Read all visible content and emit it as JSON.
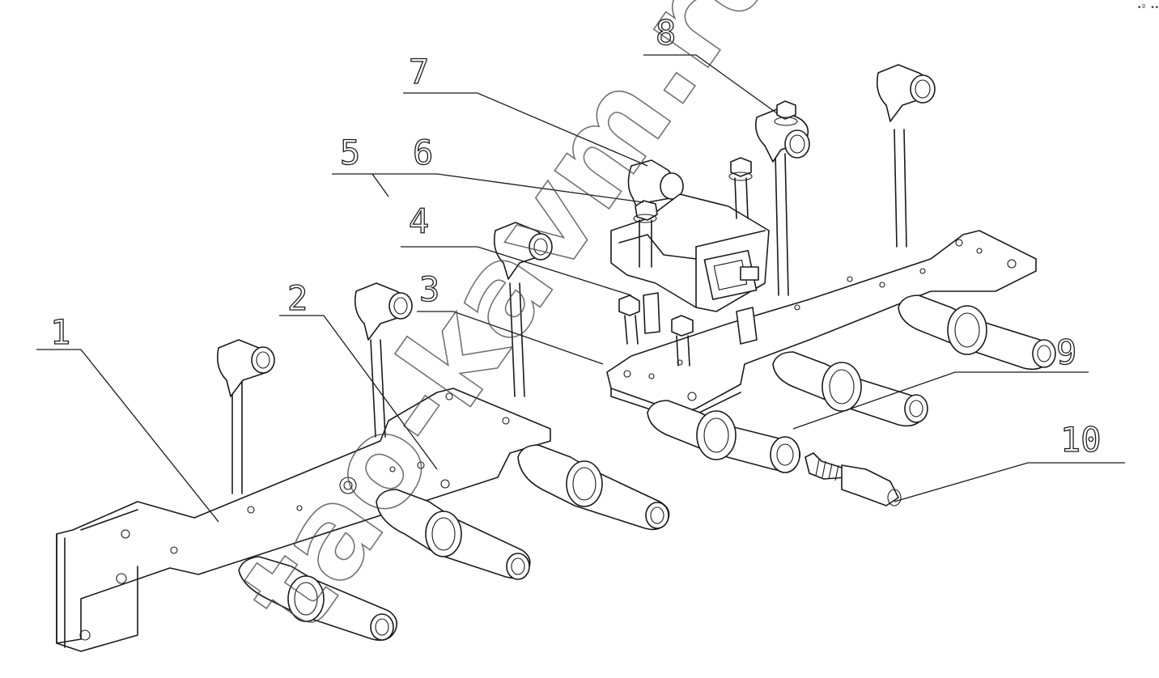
{
  "callouts": {
    "c1": "1",
    "c2": "2",
    "c3": "3",
    "c4": "4",
    "c5": "5",
    "c6": "6",
    "c7": "7",
    "c8": "8",
    "c9": "9",
    "c10": "10"
  },
  "watermark": "tao-kavm.ru",
  "corner_mark": "•º •••"
}
